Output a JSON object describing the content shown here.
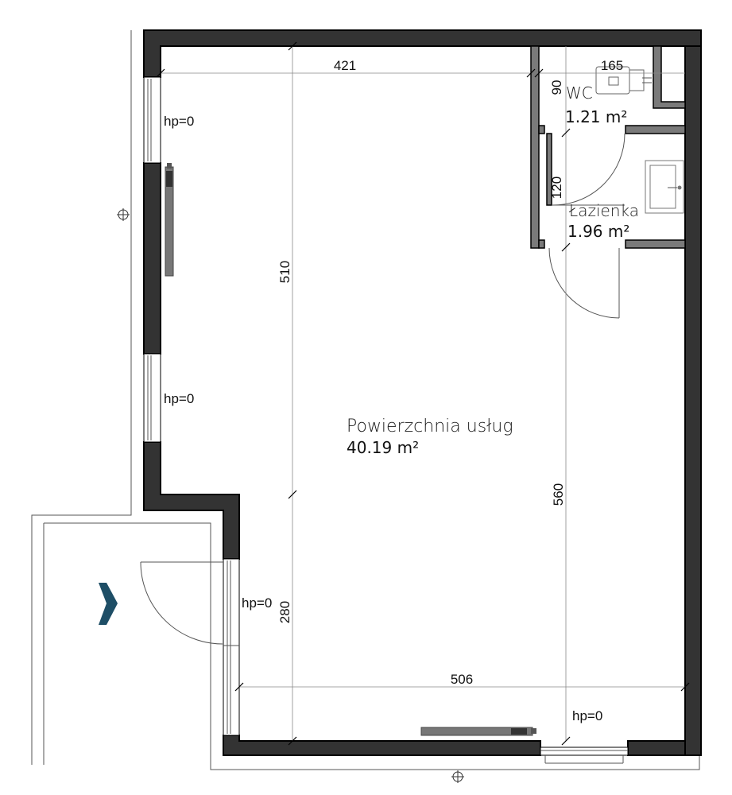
{
  "rooms": [
    {
      "id": "main",
      "name": "Powierzchnia usług",
      "area": "40.19 m²"
    },
    {
      "id": "wc",
      "name": "WC",
      "area": "1.21 m²"
    },
    {
      "id": "bath",
      "name": "Łazienka",
      "area": "1.96 m²"
    }
  ],
  "dimensions": {
    "top_width": "421",
    "wc_width": "165",
    "wc_depth": "90",
    "bath_depth": "120",
    "left_height": "510",
    "right_height": "560",
    "lower_left_height": "280",
    "bottom_width": "506"
  },
  "window_labels": {
    "upper_left": "hp=0",
    "mid_left": "hp=0",
    "lower_left": "hp=0",
    "bottom": "hp=0"
  },
  "entrance_arrow": {
    "color": "#1e4e66"
  },
  "colors": {
    "wall": "#333333",
    "interior_wall": "#7a7a7a"
  }
}
